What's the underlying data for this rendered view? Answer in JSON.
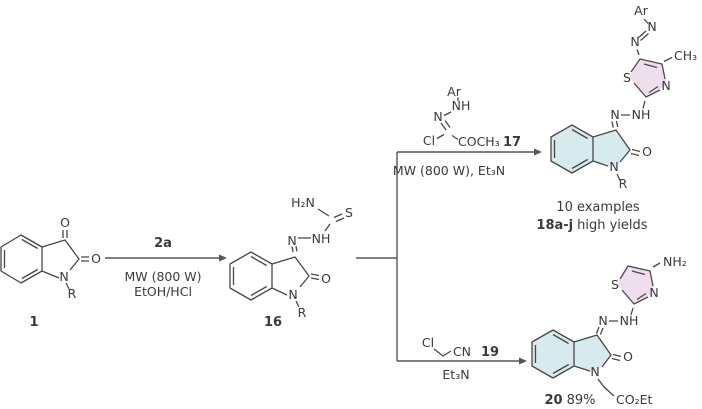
{
  "scheme": {
    "compound1": {
      "o_top": "O",
      "o_right": "O",
      "n": "N",
      "r": "R",
      "label": "1"
    },
    "step1": {
      "reagent": "2a",
      "cond1": "MW (800 W)",
      "cond2": "EtOH/HCl"
    },
    "compound16": {
      "h2n": "H₂N",
      "s": "S",
      "hydrazone_n": "N",
      "nh": "NH",
      "o": "O",
      "n": "N",
      "r": "R",
      "label": "16"
    },
    "reagent17": {
      "ar": "Ar",
      "nh": "NH",
      "n": "N",
      "cl": "Cl",
      "acyl": "COCH₃",
      "label": "17",
      "conditions": "MW (800 W), Et₃N"
    },
    "product18": {
      "ar": "Ar",
      "azo_n1": "N",
      "azo_n2": "N",
      "ch3": "CH₃",
      "s": "S",
      "ring_n": "N",
      "nh": "NH",
      "hydrazone_n": "N",
      "o": "O",
      "n": "N",
      "r": "R",
      "caption_line1": "10 examples",
      "caption_bold": "18a-j",
      "caption_rest": "high yields"
    },
    "reagent19": {
      "cl": "Cl",
      "cn": "CN",
      "label": "19",
      "conditions": "Et₃N"
    },
    "product20": {
      "nh2": "NH₂",
      "s": "S",
      "ring_n": "N",
      "nh": "NH",
      "hydrazone_n": "N",
      "o": "O",
      "n": "N",
      "ester": "CO₂Et",
      "label": "20",
      "yield": "89%"
    }
  },
  "colors": {
    "thiazole_fill": "#efdeed",
    "indolinone_fill": "#d7ebef",
    "bond": "#474747",
    "arrow": "#55565a"
  }
}
